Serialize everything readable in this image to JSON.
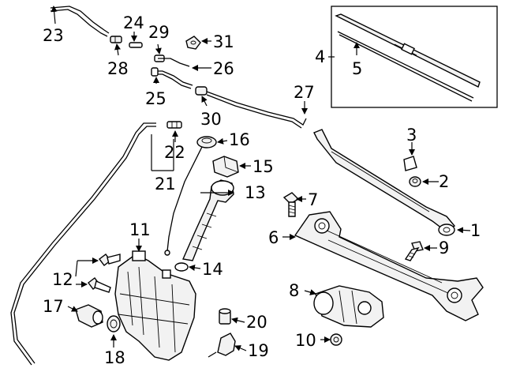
{
  "callouts": {
    "c1": "1",
    "c2": "2",
    "c3": "3",
    "c4": "4",
    "c5": "5",
    "c6": "6",
    "c7": "7",
    "c8": "8",
    "c9": "9",
    "c10": "10",
    "c11": "11",
    "c12": "12",
    "c13": "13",
    "c14": "14",
    "c15": "15",
    "c16": "16",
    "c17": "17",
    "c18": "18",
    "c19": "19",
    "c20": "20",
    "c21": "21",
    "c22": "22",
    "c23": "23",
    "c24": "24",
    "c25": "25",
    "c26": "26",
    "c27": "27",
    "c28": "28",
    "c29": "29",
    "c30": "30",
    "c31": "31"
  },
  "colors": {
    "line": "#000000",
    "fill": "#f2f2f2",
    "background": "#ffffff"
  }
}
